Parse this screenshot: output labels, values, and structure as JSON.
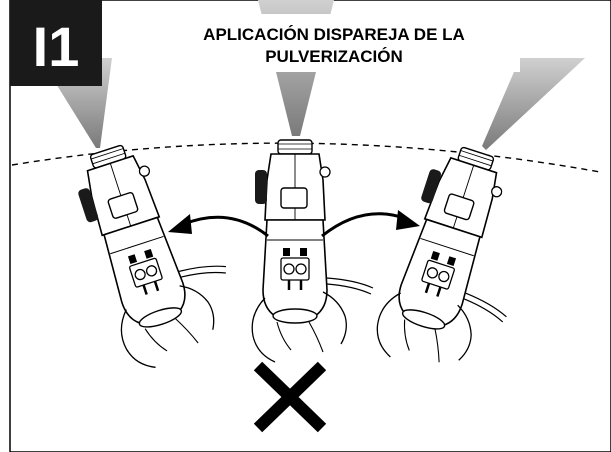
{
  "figure": {
    "badge": "I1",
    "title_line1": "APLICACIÓN DISPAREJA DE LA",
    "title_line2": "PULVERIZACIÓN",
    "mark_icon": "x-mark-icon",
    "colors": {
      "badge_bg": "#1a1a1a",
      "spray_cone": "#9e9e9e",
      "ink": "#000000",
      "paper": "#ffffff"
    }
  }
}
